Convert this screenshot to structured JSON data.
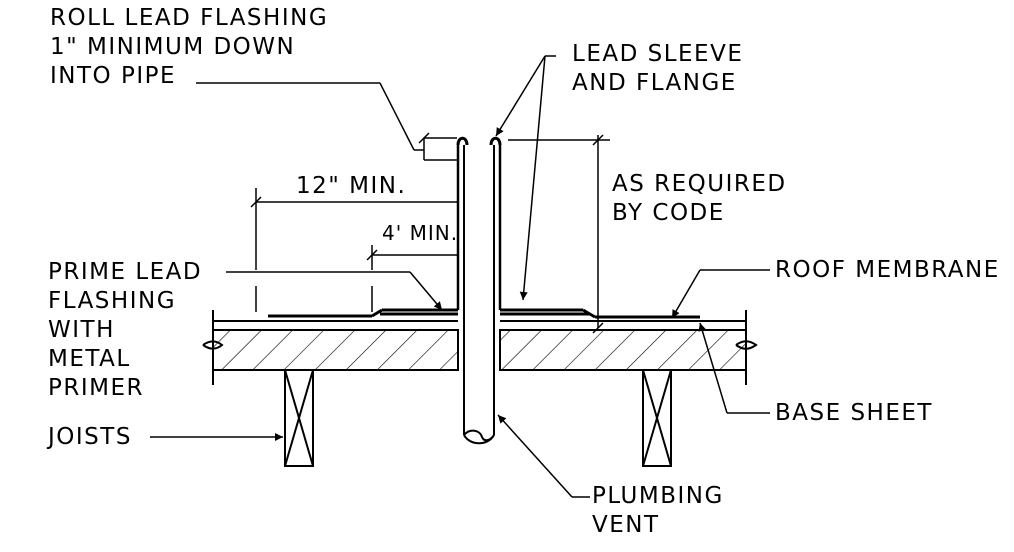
{
  "labels": {
    "roll_lead_flashing": [
      "ROLL LEAD FLASHING",
      "1\" MINIMUM DOWN",
      "INTO PIPE"
    ],
    "lead_sleeve": [
      "LEAD SLEEVE",
      "AND FLANGE"
    ],
    "as_required": [
      "AS REQUIRED",
      "BY CODE"
    ],
    "roof_membrane": "ROOF MEMBRANE",
    "prime_lead": [
      "PRIME LEAD",
      "FLASHING",
      "WITH",
      "METAL",
      "PRIMER"
    ],
    "joists": "JOISTS",
    "base_sheet": "BASE SHEET",
    "plumbing_vent": [
      "PLUMBING",
      "VENT"
    ],
    "dim_12": "12\" MIN.",
    "dim_4": "4' MIN."
  },
  "colors": {
    "ink": "#000000",
    "background": "#ffffff"
  }
}
